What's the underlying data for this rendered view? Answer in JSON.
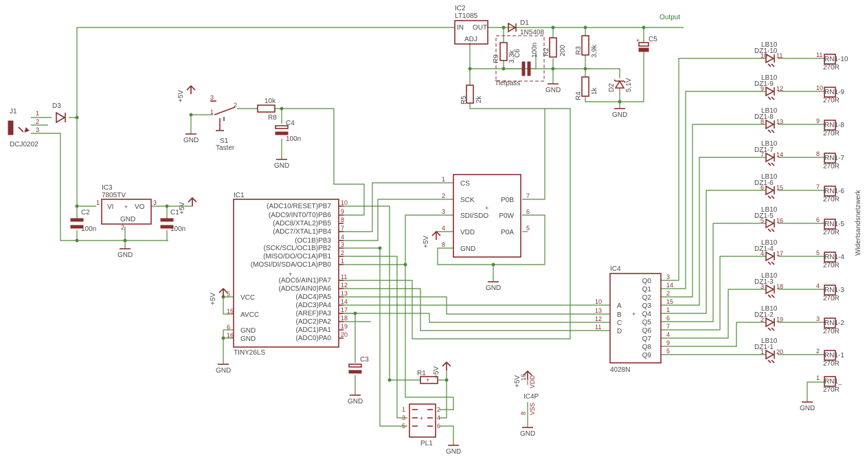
{
  "net_labels": {
    "output": "Output",
    "tiefpass": "Tiefpass",
    "widerstand": "Widertsandsnetzwerk"
  },
  "power": {
    "vcc": "+5V",
    "gnd": "GND"
  },
  "components": {
    "j1": {
      "name": "J1",
      "value": "DCJ0202",
      "pins": [
        "1",
        "2",
        "3"
      ]
    },
    "d3": {
      "name": "D3"
    },
    "ic2": {
      "name": "IC2",
      "value": "LT1085",
      "pins": [
        "IN",
        "OUT",
        "ADJ"
      ]
    },
    "d1": {
      "name": "D1",
      "value": "1N5408"
    },
    "r9": {
      "name": "R9",
      "value": "3,3k"
    },
    "c6": {
      "name": "C6",
      "value": "100n"
    },
    "r2": {
      "name": "R2",
      "value": "200"
    },
    "r3": {
      "name": "R3",
      "value": "3,9k"
    },
    "r4": {
      "name": "R4",
      "value": "1k"
    },
    "d2": {
      "name": "D2",
      "value": "5,1V"
    },
    "c5": {
      "name": "C5"
    },
    "r5": {
      "name": "R5",
      "value": "2k"
    },
    "s1": {
      "name": "S1",
      "value": "Taster",
      "pins": [
        "1",
        "2",
        "3"
      ]
    },
    "r8": {
      "name": "R8",
      "value": "10k"
    },
    "c4": {
      "name": "C4",
      "value": "100n"
    },
    "ic3": {
      "name": "IC3",
      "value": "7805TV",
      "pins": [
        "VI",
        "VO",
        "GND",
        "1",
        "3",
        "2"
      ]
    },
    "c2": {
      "name": "C2",
      "value": "100n"
    },
    "c1": {
      "name": "C1",
      "value": "100n"
    },
    "ic1": {
      "name": "IC1",
      "value": "TINY26LS",
      "right_pins": [
        {
          "label": "(ADC10/RESET)PB7",
          "num": "10"
        },
        {
          "label": "(ADC9/INT0/T0)PB6",
          "num": "9"
        },
        {
          "label": "(ADC8/XTAL2)PB5",
          "num": "8"
        },
        {
          "label": "(ADC7/XTAL1)PB4",
          "num": "7"
        },
        {
          "label": "(OC1B)PB3",
          "num": "4"
        },
        {
          "label": "(SCK/SCL/OC1B)PB2",
          "num": "3"
        },
        {
          "label": "(MISO/DO/OC1A)PB1",
          "num": "2"
        },
        {
          "label": "(MOSI/DI/SDA/OC1A)PB0",
          "num": "1"
        },
        {
          "label": "(ADC6/AIN1)PA7",
          "num": "11"
        },
        {
          "label": "(ADC5/AIN0)PA6",
          "num": "12"
        },
        {
          "label": "(ADC4)PA5",
          "num": "13"
        },
        {
          "label": "(ADC3)PA4",
          "num": "14"
        },
        {
          "label": "(AREF)PA3",
          "num": "17"
        },
        {
          "label": "(ADC2)PA2",
          "num": "18"
        },
        {
          "label": "(ADC1)PA1",
          "num": "19"
        },
        {
          "label": "(ADC0)PA0",
          "num": "20"
        }
      ],
      "left_pins": [
        {
          "label": "VCC",
          "num": "5"
        },
        {
          "label": "AVCC",
          "num": "15"
        },
        {
          "label": "GND",
          "num": "6"
        },
        {
          "label": "GND",
          "num": "16"
        }
      ]
    },
    "c3": {
      "name": "C3"
    },
    "dpot": {
      "left_pins": [
        {
          "label": "CS",
          "num": "1"
        },
        {
          "label": "SCK",
          "num": "2"
        },
        {
          "label": "SDI/SDO",
          "num": "3"
        },
        {
          "label": "VDD",
          "num": "4"
        },
        {
          "label": "GND",
          "num": "8"
        }
      ],
      "right_pins": [
        {
          "label": "P0B",
          "num": "7"
        },
        {
          "label": "P0W",
          "num": "6"
        },
        {
          "label": "P0A",
          "num": "5"
        }
      ]
    },
    "r1": {
      "name": "R1"
    },
    "pl1": {
      "name": "PL1",
      "pins": [
        "1",
        "2",
        "3",
        "4",
        "5",
        "6"
      ]
    },
    "ic4p": {
      "name": "IC4P",
      "vdd": "VDD",
      "vss": "VSS",
      "vdd_num": "16",
      "vss_num": "8"
    },
    "ic4": {
      "name": "IC4",
      "value": "4028N",
      "inputs": [
        {
          "label": "A",
          "num": "10"
        },
        {
          "label": "B",
          "num": "13"
        },
        {
          "label": "C",
          "num": "12"
        },
        {
          "label": "D",
          "num": "11"
        }
      ],
      "outputs": [
        {
          "label": "Q0",
          "num": "3"
        },
        {
          "label": "Q1",
          "num": "14"
        },
        {
          "label": "Q2",
          "num": "2"
        },
        {
          "label": "Q3",
          "num": "15"
        },
        {
          "label": "Q4",
          "num": "1"
        },
        {
          "label": "Q5",
          "num": "6"
        },
        {
          "label": "Q6",
          "num": "7"
        },
        {
          "label": "Q7",
          "num": "4"
        },
        {
          "label": "Q8",
          "num": "9"
        },
        {
          "label": "Q9",
          "num": "5"
        }
      ]
    },
    "leds": [
      {
        "lb": "LB10",
        "dz": "DZ1-10",
        "a": "10",
        "k": "11",
        "rn": "RN1-10",
        "rnpin": "11",
        "val": "270R"
      },
      {
        "lb": "LB10",
        "dz": "DZ1-9",
        "a": "9",
        "k": "12",
        "rn": "RN1-9",
        "rnpin": "10",
        "val": "270R"
      },
      {
        "lb": "LB10",
        "dz": "DZ1-8",
        "a": "8",
        "k": "13",
        "rn": "RN1-8",
        "rnpin": "9",
        "val": "270R"
      },
      {
        "lb": "LB10",
        "dz": "DZ1-7",
        "a": "7",
        "k": "14",
        "rn": "RN1-7",
        "rnpin": "8",
        "val": "270R"
      },
      {
        "lb": "LB10",
        "dz": "DZ1-6",
        "a": "6",
        "k": "15",
        "rn": "RN1-6",
        "rnpin": "7",
        "val": "270R"
      },
      {
        "lb": "LB10",
        "dz": "DZ1-5",
        "a": "5",
        "k": "16",
        "rn": "RN1-5",
        "rnpin": "6",
        "val": "270R"
      },
      {
        "lb": "LB10",
        "dz": "DZ1-4",
        "a": "4",
        "k": "17",
        "rn": "RN1-4",
        "rnpin": "5",
        "val": "270R"
      },
      {
        "lb": "LB10",
        "dz": "DZ1-3",
        "a": "3",
        "k": "18",
        "rn": "RN1-3",
        "rnpin": "4",
        "val": "270R"
      },
      {
        "lb": "LB10",
        "dz": "DZ1-2",
        "a": "2",
        "k": "19",
        "rn": "RN1-2",
        "rnpin": "3",
        "val": "270R"
      },
      {
        "lb": "LB10",
        "dz": "DZ1-1",
        "a": "1",
        "k": "20",
        "rn": "RN1-1",
        "rnpin": "2",
        "val": "270R"
      }
    ],
    "rn1_common": {
      "rn": "RN1_",
      "rnpin": "1",
      "val": "270R"
    }
  }
}
